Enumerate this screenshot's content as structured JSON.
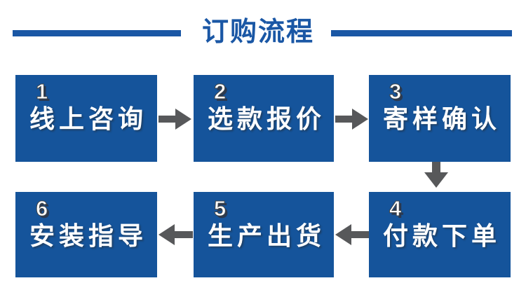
{
  "title": {
    "text": "订购流程"
  },
  "colors": {
    "box_blue": "#15549B",
    "title_blue": "#1A57A5",
    "arrow_gray": "#57585A",
    "text_white": "#FFFFFF",
    "background": "#FFFFFF"
  },
  "steps": [
    {
      "number": "1",
      "label": "线上咨询"
    },
    {
      "number": "2",
      "label": "选款报价"
    },
    {
      "number": "3",
      "label": "寄样确认"
    },
    {
      "number": "4",
      "label": "付款下单"
    },
    {
      "number": "5",
      "label": "生产出货"
    },
    {
      "number": "6",
      "label": "安装指导"
    }
  ],
  "flow": {
    "arrows": [
      {
        "from": "1",
        "to": "2",
        "direction": "right"
      },
      {
        "from": "2",
        "to": "3",
        "direction": "right"
      },
      {
        "from": "3",
        "to": "4",
        "direction": "down"
      },
      {
        "from": "4",
        "to": "5",
        "direction": "left"
      },
      {
        "from": "5",
        "to": "6",
        "direction": "left"
      }
    ]
  }
}
